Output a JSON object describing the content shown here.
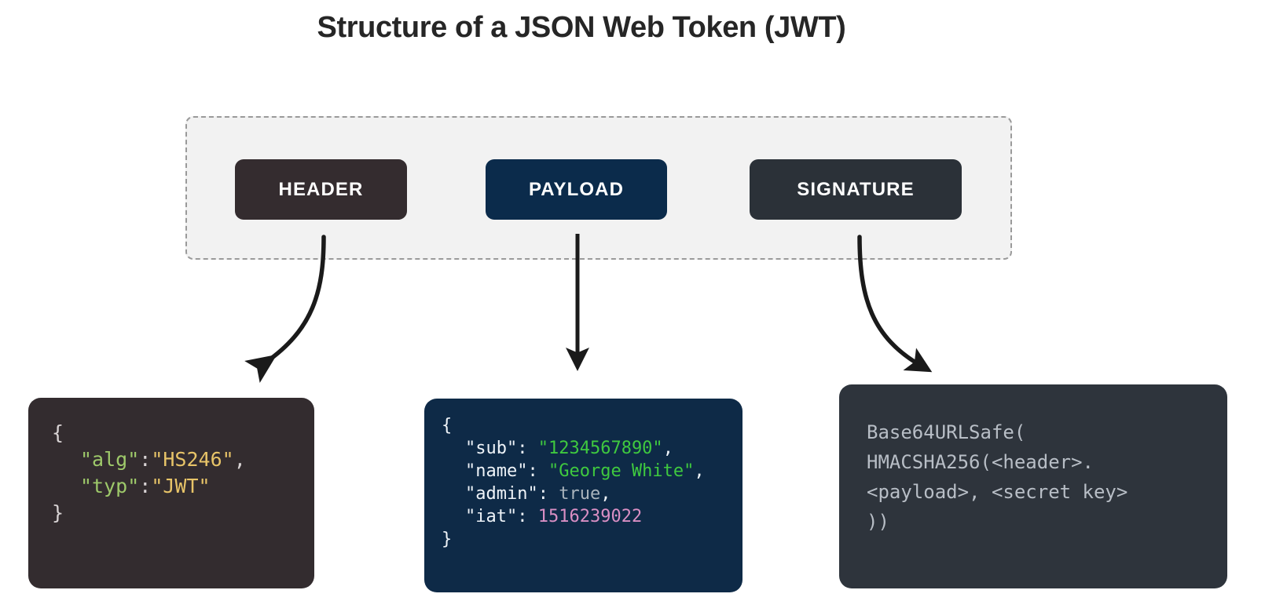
{
  "title": "Structure of a JSON Web Token (JWT)",
  "colors": {
    "background": "#ffffff",
    "title": "#262626",
    "group_fill": "#f2f2f2",
    "group_border": "#9a9a9a",
    "header_accent": "#342C2F",
    "payload_accent": "#0B2B4B",
    "signature_accent": "#2B3138",
    "arrow": "#1a1a1a",
    "key_green": "#9ec96a",
    "value_yellow": "#e8c468",
    "string_green": "#3FC93F",
    "number_pink": "#d98fc4",
    "bool_grey": "#aab4bd",
    "code_grey": "#b8bec6"
  },
  "parts": [
    {
      "id": "header",
      "label": "HEADER"
    },
    {
      "id": "payload",
      "label": "PAYLOAD"
    },
    {
      "id": "signature",
      "label": "SIGNATURE"
    }
  ],
  "panels": {
    "header": {
      "open_brace": "{",
      "close_brace": "}",
      "lines": [
        {
          "key": "\"alg\"",
          "colon": ":",
          "value": "\"HS246\"",
          "comma": ","
        },
        {
          "key": "\"typ\"",
          "colon": ":",
          "value": "\"JWT\"",
          "comma": ""
        }
      ]
    },
    "payload": {
      "open_brace": "{",
      "close_brace": "}",
      "lines": [
        {
          "key": "\"sub\":",
          "value": "\"1234567890\"",
          "comma": ","
        },
        {
          "key": "\"name\":",
          "value": "\"George White\"",
          "comma": ","
        },
        {
          "key": "\"admin\":",
          "value": "true",
          "comma": ","
        },
        {
          "key": "\"iat\":",
          "value": "1516239022",
          "comma": ""
        }
      ]
    },
    "signature": {
      "lines": [
        "Base64URLSafe(",
        "HMACSHA256(<header>.",
        "<payload>, <secret key>",
        "))"
      ]
    }
  }
}
